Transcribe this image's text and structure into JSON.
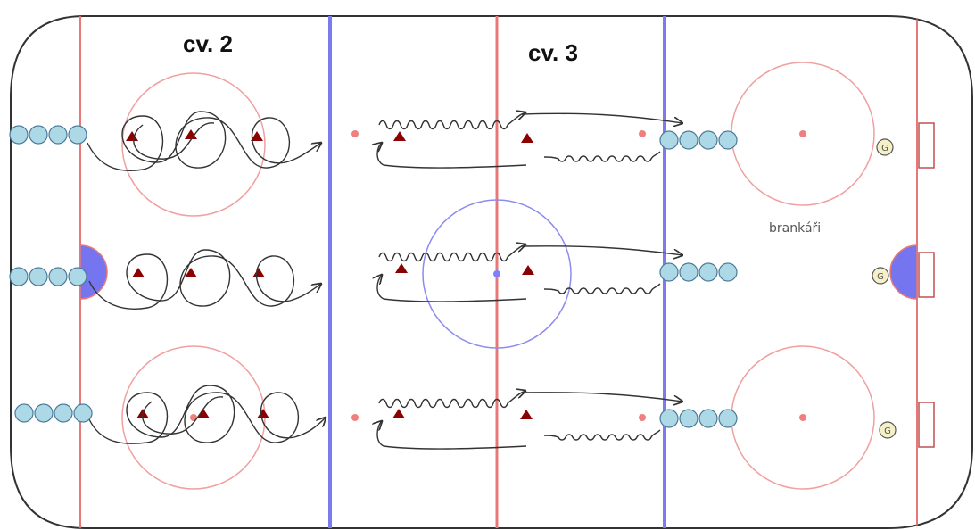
{
  "labels": {
    "drill_2": "cv. 2",
    "drill_3": "cv. 3",
    "goalies": "brankáři"
  },
  "goalie_marker": "G",
  "colors": {
    "boards": "#333333",
    "red_line": "#e87878",
    "blue_line": "#7b7bf0",
    "crease": "#7575f0",
    "player_fill": "#add8e6",
    "player_stroke": "#4a7a99",
    "cone": "#8b0000",
    "dot": "#f08080",
    "center_dot": "#8080ff",
    "path": "#333333",
    "goalie_fill": "#f5f0c8"
  },
  "icons": {
    "player": "circle-player-icon",
    "cone": "triangle-cone-icon",
    "goalie": "circle-goalie-icon",
    "goal": "goal-net-icon"
  }
}
